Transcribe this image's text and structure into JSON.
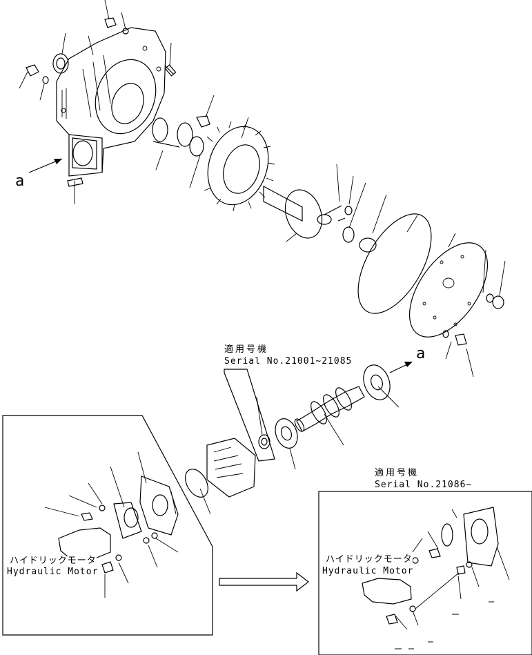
{
  "callouts": {
    "a_left": "a",
    "a_right": "a"
  },
  "serial_early": {
    "header_jp": "適用号機",
    "serial": "Serial No.21001~21085"
  },
  "serial_late": {
    "header_jp": "適用号機",
    "serial": "Serial No.21086~"
  },
  "inset_left": {
    "motor_jp": "ハイドリックモータ",
    "motor_en": "Hydraulic Motor"
  },
  "inset_right": {
    "motor_jp": "ハイドリックモータ",
    "motor_en": "Hydraulic Motor"
  }
}
